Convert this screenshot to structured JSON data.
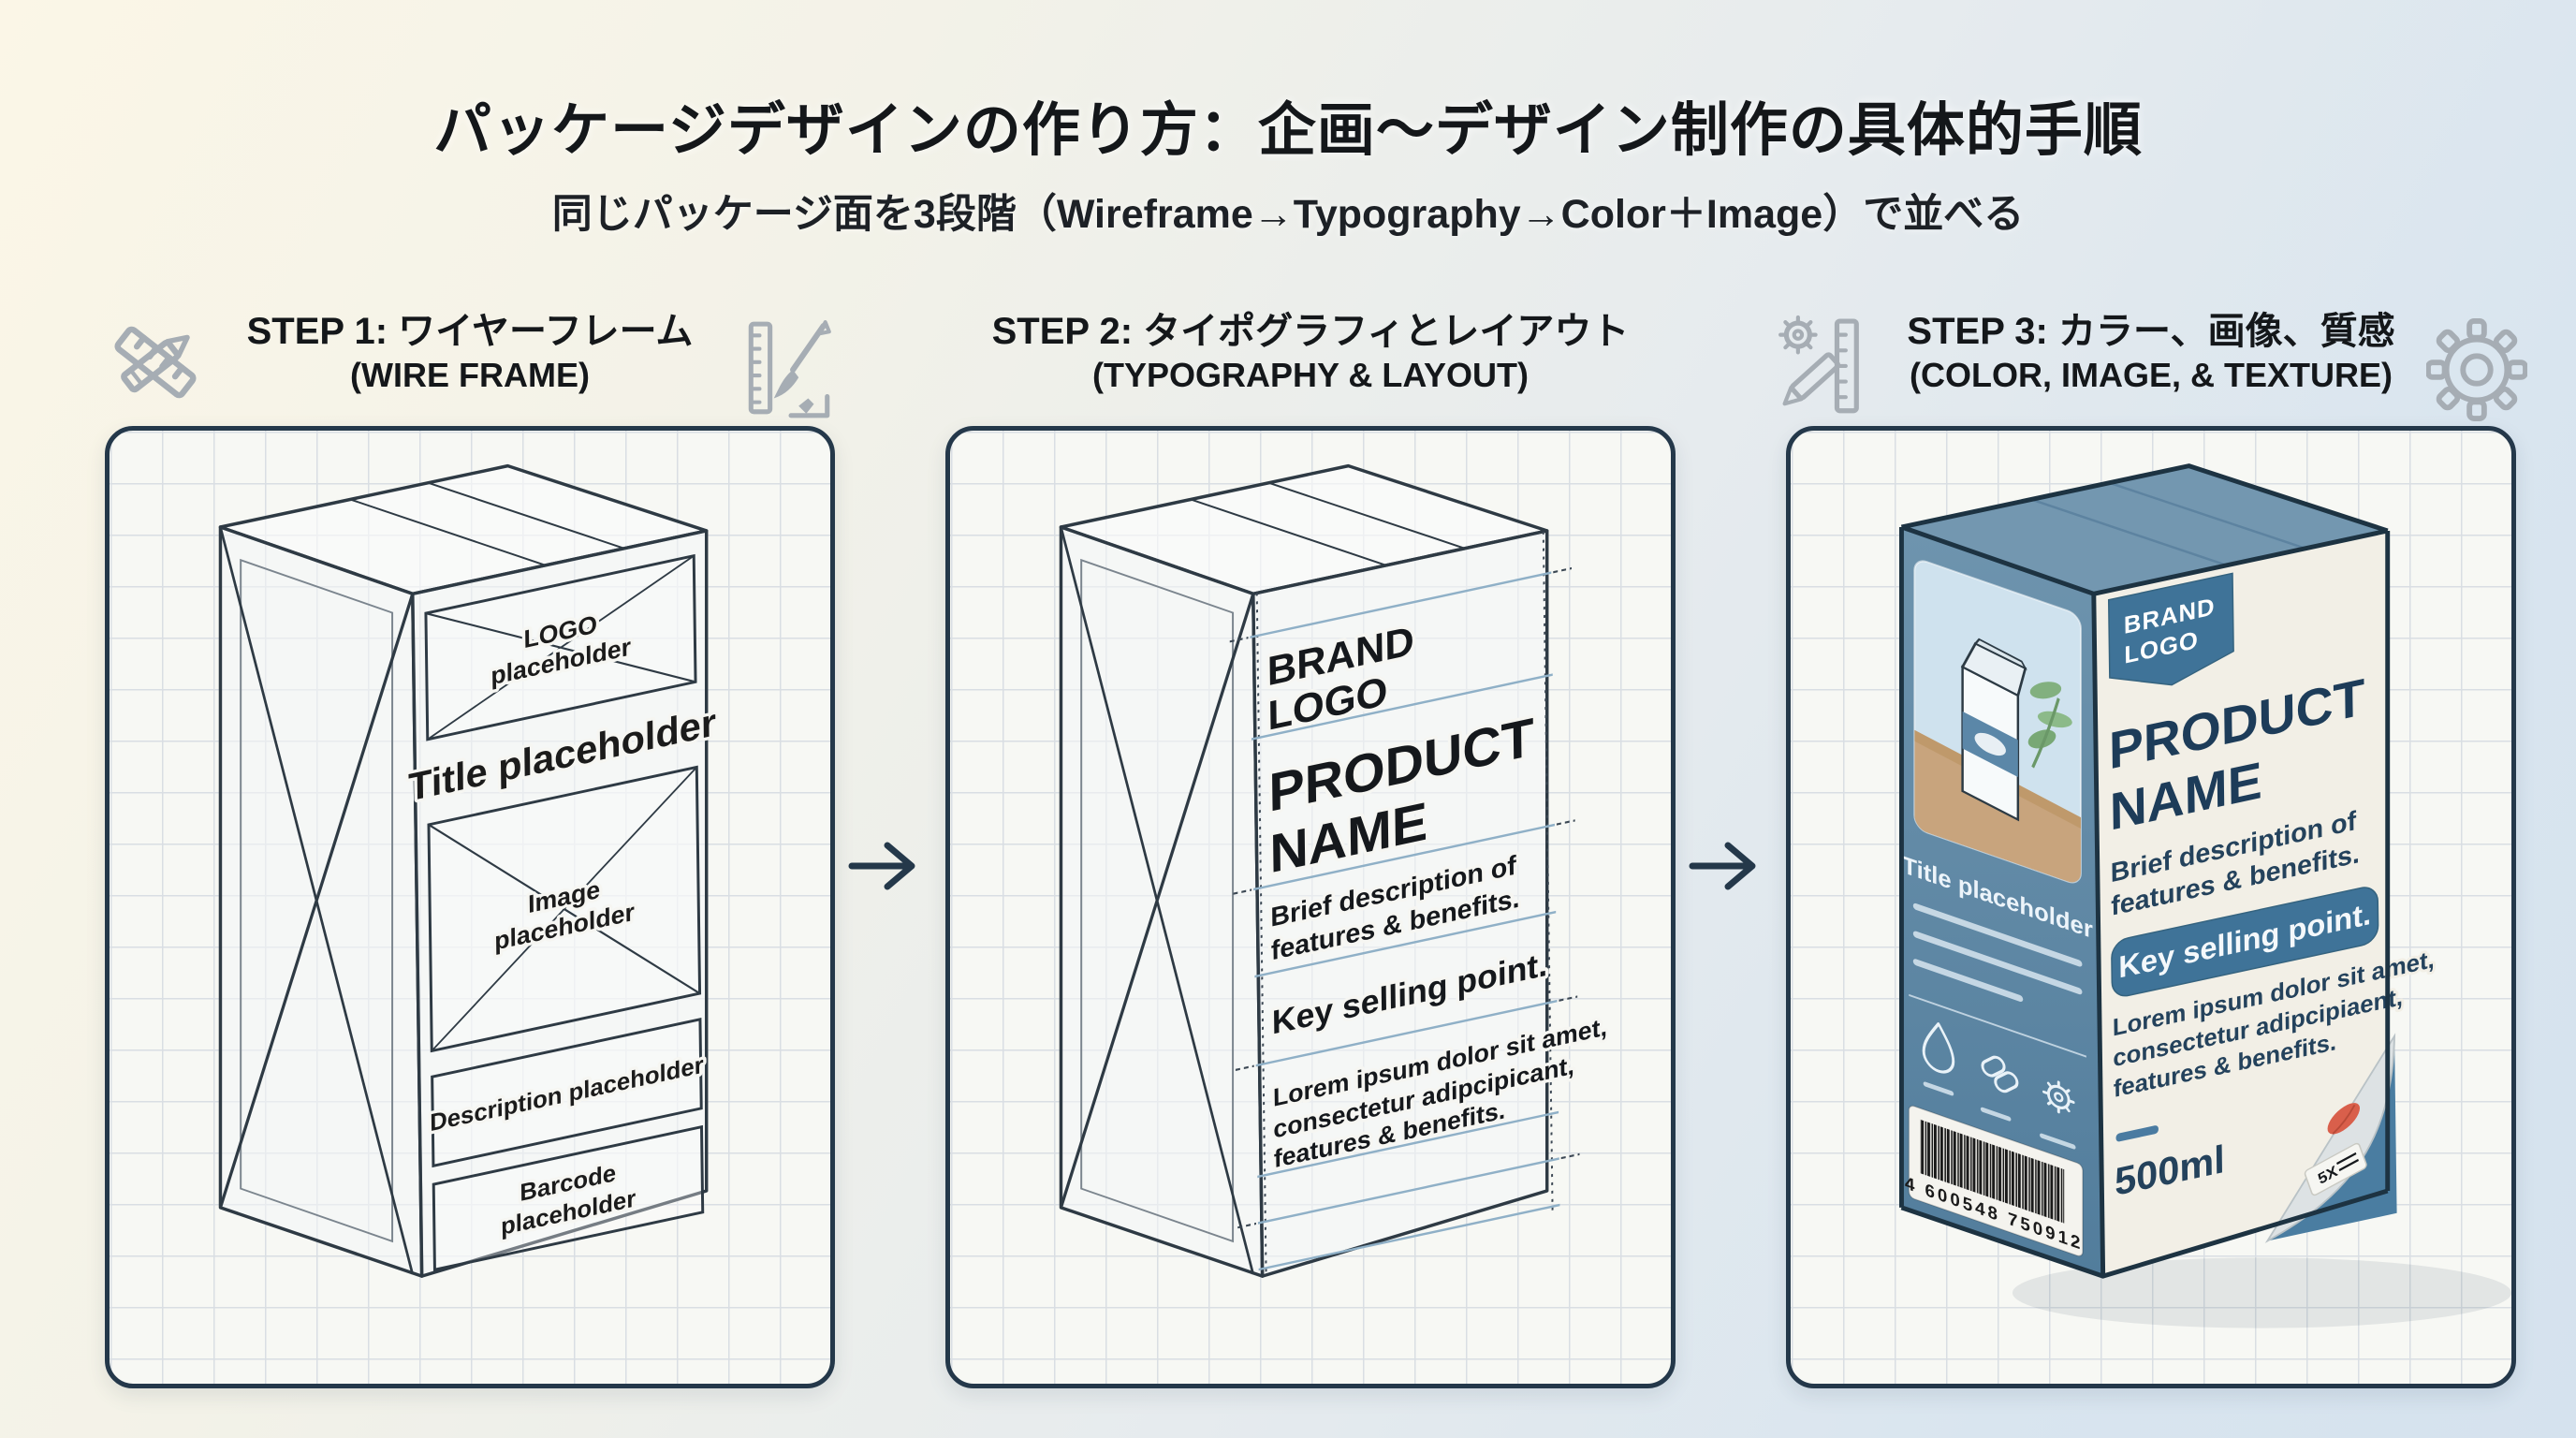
{
  "page": {
    "title": "パッケージデザインの作り方：企画〜デザイン制作の具体的手順",
    "subtitle": "同じパッケージ面を3段階（Wireframe→Typography→Color＋Image）で並べる"
  },
  "steps": [
    {
      "title": "STEP 1: ワイヤーフレーム",
      "subtitle": "(WIRE FRAME)"
    },
    {
      "title": "STEP 2: タイポグラフィとレイアウト",
      "subtitle": "(TYPOGRAPHY & LAYOUT)"
    },
    {
      "title": "STEP 3: カラー、画像、質感",
      "subtitle": "(COLOR, IMAGE, & TEXTURE)"
    }
  ],
  "wireframe": {
    "logo1": "LOGO",
    "logo2": "placeholder",
    "title": "Title placeholder",
    "image1": "Image",
    "image2": "placeholder",
    "description": "Description placeholder",
    "barcode1": "Barcode",
    "barcode2": "placeholder"
  },
  "typography": {
    "brand1": "BRAND",
    "brand2": "LOGO",
    "product1": "PRODUCT",
    "product2": "NAME",
    "desc1": "Brief description of",
    "desc2": "features & benefits.",
    "key": "Key selling point.",
    "lorem1": "Lorem ipsum dolor sit amet,",
    "lorem2": "consectetur adipcipicant,",
    "lorem3": "features & benefits."
  },
  "final": {
    "brand1": "BRAND",
    "brand2": "LOGO",
    "product1": "PRODUCT",
    "product2": "NAME",
    "desc1": "Brief description of",
    "desc2": "features & benefits.",
    "key": "Key selling point.",
    "lorem1": "Lorem ipsum dolor sit amet,",
    "lorem2": "consectetur adipcipiaent,",
    "lorem3": "features & benefits.",
    "side_title": "Title placeholder",
    "barcode_digits": "4 600548 750912",
    "volume": "500ml",
    "sticker_label": "5X"
  },
  "icons": {
    "step1_left": "pencil-ruler-cross-icon",
    "step1_right": "ruler-brush-icon",
    "step3_left": "gear-pencil-ruler-icon",
    "step3_right": "gear-icon",
    "between_panels": "arrow-right-icon",
    "side_icons": [
      "droplet-icon",
      "link-icon",
      "gear-icon"
    ]
  },
  "colors": {
    "panel_border": "#24384a",
    "accent_blue": "#3f7398",
    "side_blue": "#6a91ac",
    "navy_text": "#1d3c59",
    "guide_blue": "#8fb0c7",
    "icon_gray": "#a6adb4",
    "bg_cream": "#fbf6e7",
    "bg_blue": "#d5e2ee",
    "leaf_red": "#d95f4b"
  }
}
